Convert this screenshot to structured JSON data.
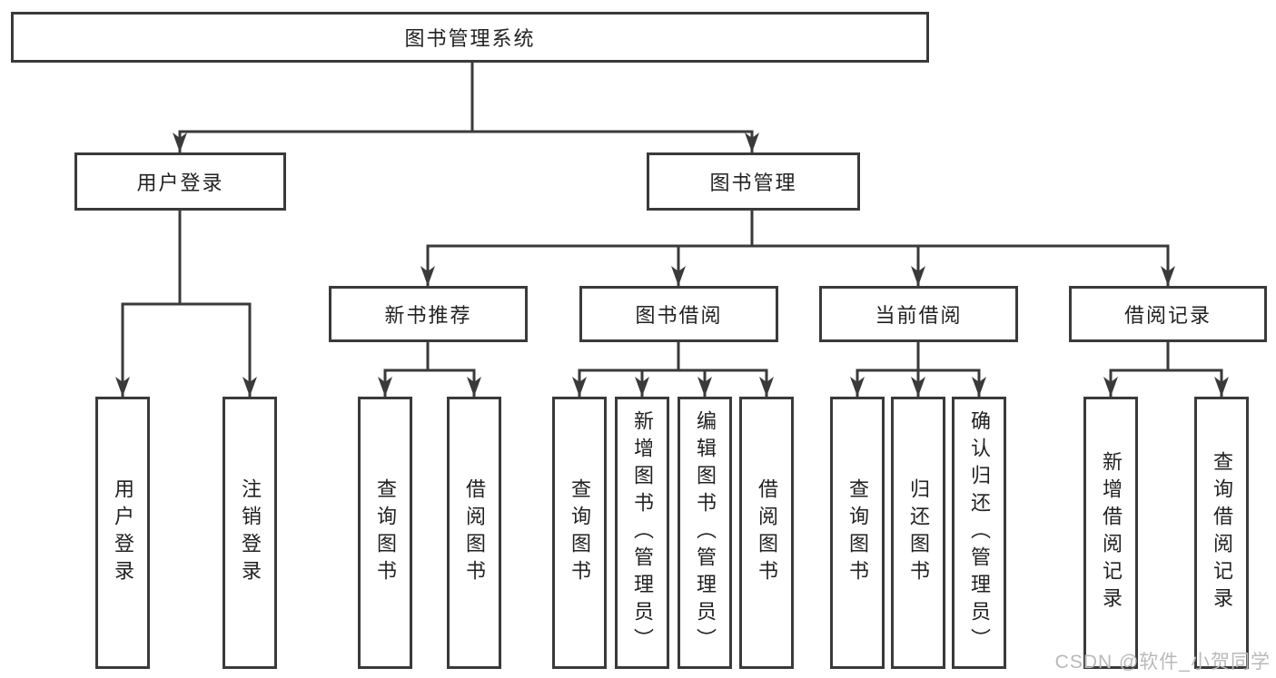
{
  "colors": {
    "line": "#3a3a3a",
    "box_fill": "#ffffff",
    "text": "#222222",
    "background": "#ffffff",
    "watermark": "#b9b9b9"
  },
  "watermark": {
    "text": "CSDN @软件_小贺同学"
  },
  "tree": {
    "root": "图书管理系统",
    "children": [
      {
        "label": "用户登录",
        "children": [
          "用户登录",
          "注销登录"
        ]
      },
      {
        "label": "图书管理",
        "children": [
          {
            "label": "新书推荐",
            "children": [
              "查询图书",
              "借阅图书"
            ]
          },
          {
            "label": "图书借阅",
            "children": [
              "查询图书",
              "新增图书（管理员）",
              "编辑图书（管理员）",
              "借阅图书"
            ]
          },
          {
            "label": "当前借阅",
            "children": [
              "查询图书",
              "归还图书",
              "确认归还（管理员）"
            ]
          },
          {
            "label": "借阅记录",
            "children": [
              "新增借阅记录",
              "查询借阅记录"
            ]
          }
        ]
      }
    ]
  }
}
